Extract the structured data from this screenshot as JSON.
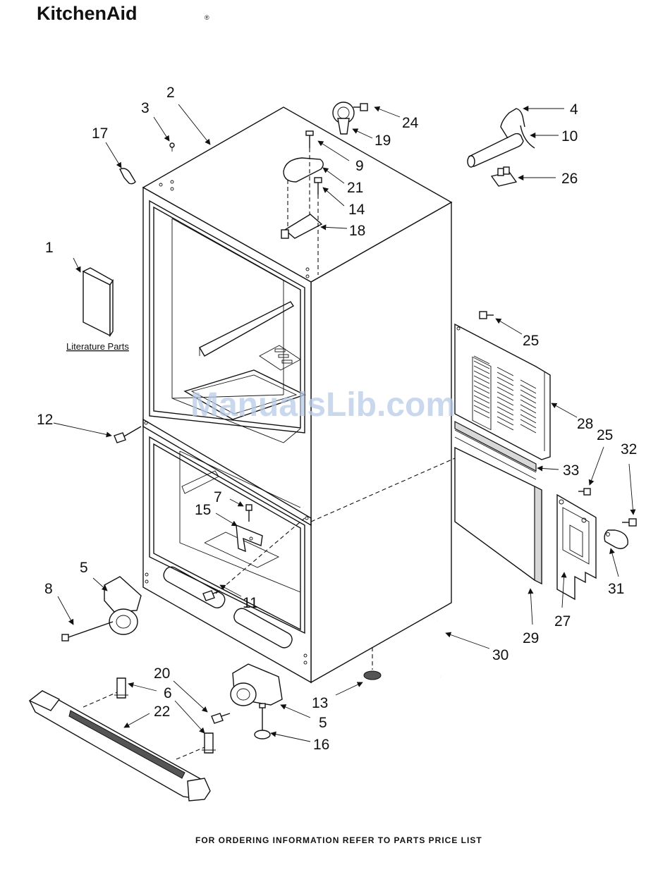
{
  "header": {
    "brand": "KitchenAid",
    "brand_mark": "®"
  },
  "watermark": "ManualsLib.com",
  "literature_label": "Literature Parts",
  "footer": "FOR ORDERING INFORMATION REFER TO PARTS PRICE LIST",
  "callouts": [
    "1",
    "2",
    "3",
    "4",
    "5",
    "5",
    "6",
    "7",
    "8",
    "9",
    "10",
    "11",
    "12",
    "13",
    "14",
    "15",
    "16",
    "17",
    "18",
    "19",
    "20",
    "21",
    "22",
    "24",
    "25",
    "25",
    "26",
    "27",
    "28",
    "29",
    "30",
    "31",
    "32",
    "33"
  ],
  "colors": {
    "ink": "#111111",
    "watermark": "#b9cbe8",
    "background": "#ffffff"
  }
}
